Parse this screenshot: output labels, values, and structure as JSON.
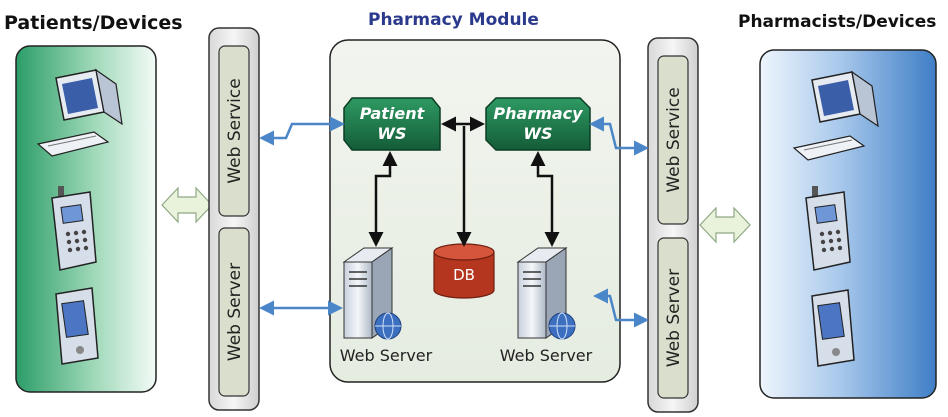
{
  "headings": {
    "left": "Patients/Devices",
    "center": "Pharmacy Module",
    "right": "Pharmacists/Devices"
  },
  "tiers": {
    "web_service": "Web Service",
    "web_server": "Web Server"
  },
  "module": {
    "patient_ws_line1": "Patient",
    "patient_ws_line2": "WS",
    "pharmacy_ws_line1": "Pharmacy",
    "pharmacy_ws_line2": "WS",
    "db": "DB",
    "server_left": "Web Server",
    "server_right": "Web Server"
  },
  "colors": {
    "heading_left": "#111111",
    "heading_center": "#2b3a8c",
    "left_panel": "#2fa56f",
    "right_panel": "#3d7fc9",
    "ws_node": "#1e7a4e",
    "db": "#b5361f",
    "arrow": "#4a86c8"
  }
}
